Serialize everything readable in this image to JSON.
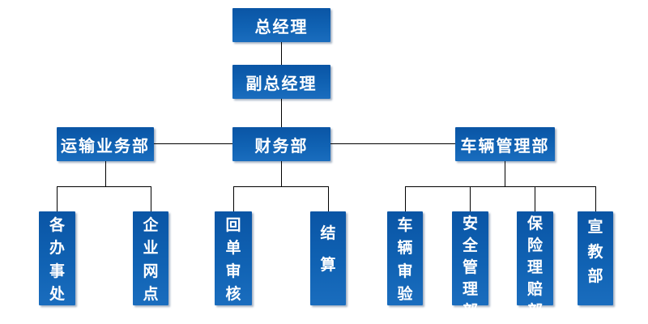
{
  "colors": {
    "background": "#ffffff",
    "node_fill_top": "#0a55a5",
    "node_fill_mid": "#1062b3",
    "node_fill_bottom": "#1a6dbe",
    "node_text": "#ffffff",
    "connector": "#000000"
  },
  "org_chart": {
    "type": "organization-tree",
    "levels": 4,
    "nodes": [
      {
        "id": "general-manager",
        "label": "总经理",
        "level": 1,
        "parent": null,
        "orientation": "horizontal"
      },
      {
        "id": "deputy-general-manager",
        "label": "副总经理",
        "level": 2,
        "parent": "general-manager",
        "orientation": "horizontal"
      },
      {
        "id": "transport-business-dept",
        "label": "运输业务部",
        "level": 3,
        "parent": "deputy-general-manager",
        "orientation": "horizontal"
      },
      {
        "id": "finance-dept",
        "label": "财务部",
        "level": 3,
        "parent": "deputy-general-manager",
        "orientation": "horizontal"
      },
      {
        "id": "vehicle-management-dept",
        "label": "车辆管理部",
        "level": 3,
        "parent": "deputy-general-manager",
        "orientation": "horizontal"
      },
      {
        "id": "offices",
        "label": "各办事处",
        "level": 4,
        "parent": "transport-business-dept",
        "orientation": "vertical"
      },
      {
        "id": "enterprise-network-points",
        "label": "企业网点",
        "level": 4,
        "parent": "transport-business-dept",
        "orientation": "vertical"
      },
      {
        "id": "receipt-audit",
        "label": "回单审核",
        "level": 4,
        "parent": "finance-dept",
        "orientation": "vertical"
      },
      {
        "id": "settlement",
        "label": "结算",
        "level": 4,
        "parent": "finance-dept",
        "orientation": "vertical"
      },
      {
        "id": "vehicle-inspection",
        "label": "车辆审验",
        "level": 4,
        "parent": "vehicle-management-dept",
        "orientation": "vertical"
      },
      {
        "id": "safety-management-dept",
        "label": "安全管理部",
        "level": 4,
        "parent": "vehicle-management-dept",
        "orientation": "vertical"
      },
      {
        "id": "insurance-claims-dept",
        "label": "保险理赔部",
        "level": 4,
        "parent": "vehicle-management-dept",
        "orientation": "vertical"
      },
      {
        "id": "publicity-education-dept",
        "label": "宣教部",
        "level": 4,
        "parent": "vehicle-management-dept",
        "orientation": "vertical"
      }
    ]
  }
}
